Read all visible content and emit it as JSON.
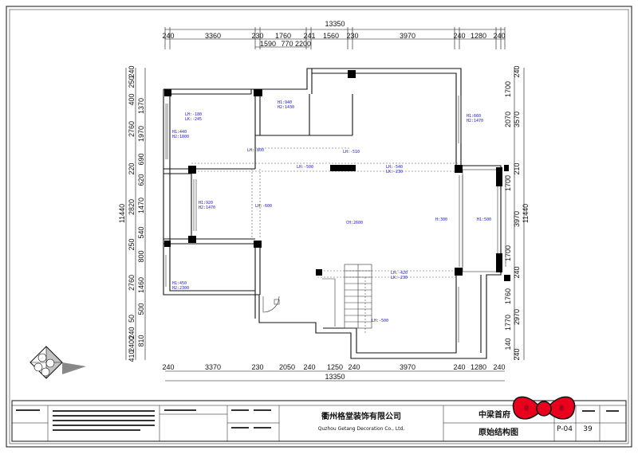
{
  "drawing": {
    "top_dims": {
      "total": "13350",
      "row1": [
        "240",
        "3360",
        "230",
        "1760",
        "241",
        "1560",
        "230",
        "3970",
        "240",
        "1280",
        "240"
      ],
      "row2": [
        "1590",
        "770",
        "2200"
      ]
    },
    "bottom_dims": {
      "total": "13350",
      "row1": [
        "240",
        "3370",
        "230",
        "2050",
        "240",
        "1250",
        "240",
        "3970",
        "240",
        "1280",
        "240"
      ]
    },
    "left_dims": {
      "total": "11440",
      "row1": [
        "240",
        "250",
        "400",
        "2760",
        "220",
        "2820",
        "250",
        "2760",
        "50",
        "240",
        "2400",
        "410"
      ],
      "row2": [
        "1370",
        "1970",
        "690",
        "620",
        "1470",
        "540",
        "800",
        "1460",
        "500",
        "810"
      ]
    },
    "right_dims": {
      "total": "11440",
      "row1": [
        "240",
        "3570",
        "210",
        "3970",
        "240",
        "2970",
        "240"
      ],
      "row2": [
        "1700",
        "2070",
        "1700",
        "1700",
        "1760",
        "1770",
        "140"
      ]
    },
    "room_labels": [
      "LH:-180",
      "LK:-245",
      "H1:440",
      "H2:1800",
      "H1:940",
      "H2:1430",
      "LH:-800",
      "LH:-510",
      "LH:-500",
      "LH:-540",
      "LK:-230",
      "H1:660",
      "H2:1470",
      "H1:920",
      "H2:1470",
      "LH:-600",
      "CH:2600",
      "H:300",
      "H1:500",
      "LH:-420",
      "LK:-230",
      "LH:-500",
      "H1:450",
      "H2:2300"
    ]
  },
  "title_block": {
    "company_cn": "衢州格堂装饰有限公司",
    "company_en": "Quzhou Getang Decoration Co., Ltd.",
    "project": "中梁首府",
    "drawing_name": "原始结构图",
    "drawing_no": "P-04",
    "sheet_no": "39"
  }
}
